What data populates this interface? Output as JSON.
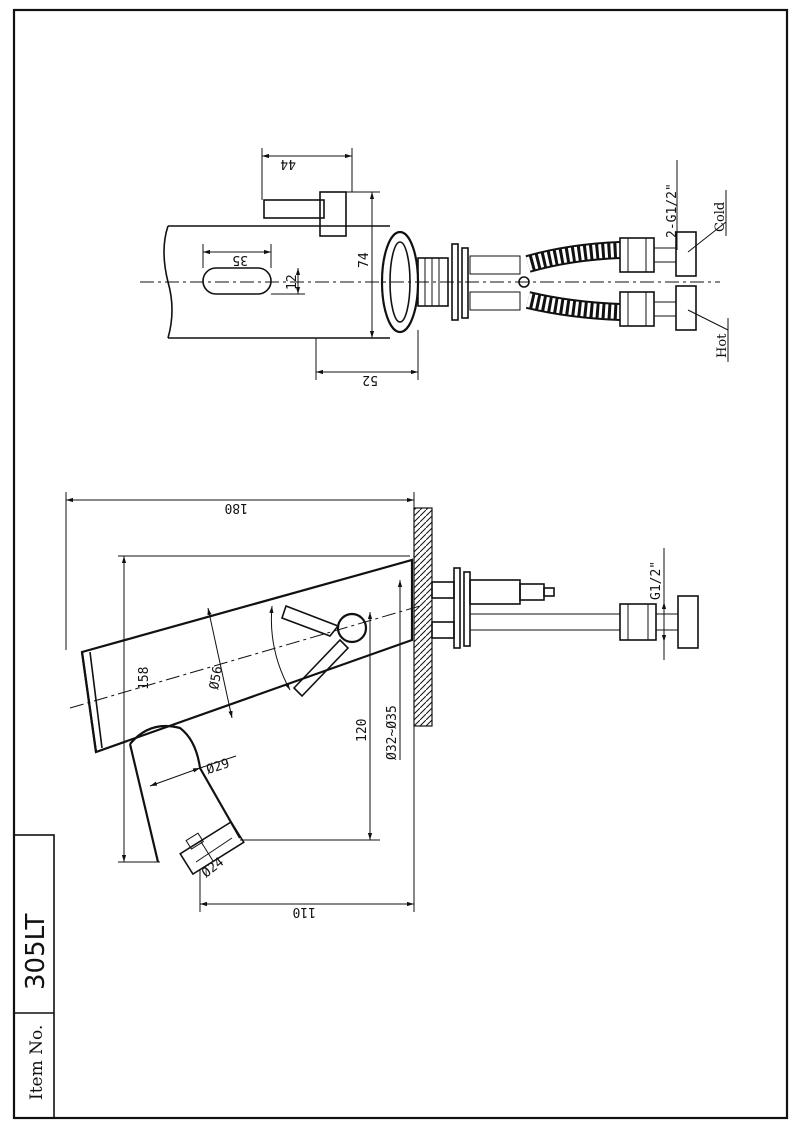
{
  "title_block": {
    "item_label": "Item No.",
    "item_value": "305LT"
  },
  "top_view": {
    "dim_handle": "44",
    "dim_slot_length": "35",
    "dim_slot_width": "12",
    "dim_body_diameter": "74",
    "dim_depth": "52",
    "thread": "2-G1/2\"",
    "cold_label": "Cold",
    "hot_label": "Hot"
  },
  "side_view": {
    "dim_overall_length": "180",
    "dim_height": "158",
    "dim_body": "Ø56",
    "dim_spout": "Ø29",
    "dim_outlet": "Ø24",
    "dim_outlet_height": "120",
    "dim_base": "Ø32~Ø35",
    "dim_reach": "110",
    "thread": "G1/2\""
  }
}
